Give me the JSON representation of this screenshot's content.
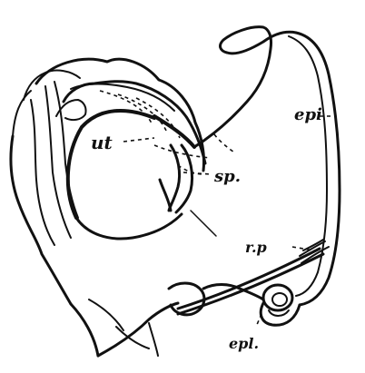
{
  "labels": {
    "ut": "ut",
    "sp": "sp.",
    "epi": "epi",
    "rp": "r.p",
    "epl": "epl."
  },
  "colors": {
    "ink": "#111111",
    "paper": "#ffffff"
  }
}
